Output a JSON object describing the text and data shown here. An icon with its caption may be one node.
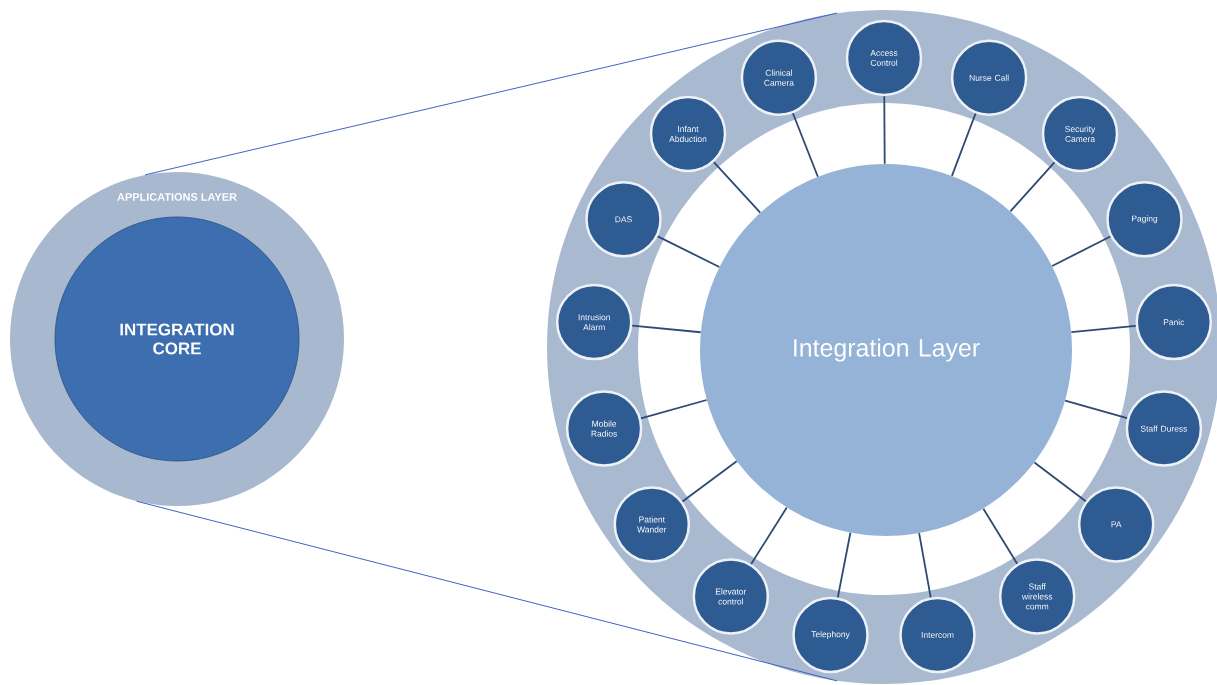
{
  "diagram": {
    "nodes": [
      {
        "text": [
          "APPLICATIONS LAYER"
        ]
      },
      {
        "text": [
          "INTEGRATION CORE"
        ],
        "in": 0
      },
      {
        "text": [],
        "shape": "circle"
      },
      {
        "text": [
          "Integration Layer"
        ],
        "in": 2
      },
      {
        "text": [
          "Access Control"
        ],
        "in": 2
      },
      {
        "text": [
          "Nurse Call"
        ],
        "in": 2
      },
      {
        "text": [
          "Security Camera"
        ],
        "in": 2
      },
      {
        "text": [
          "Paging"
        ],
        "in": 2
      },
      {
        "text": [
          "Panic"
        ],
        "in": 2
      },
      {
        "text": [
          "Staff Duress"
        ],
        "in": 2
      },
      {
        "text": [
          "PA"
        ],
        "in": 2
      },
      {
        "text": [
          "Staff wireless comm"
        ],
        "in": 2
      },
      {
        "text": [
          "Intercom"
        ],
        "in": 2
      },
      {
        "text": [
          "Telephony"
        ],
        "in": 2
      },
      {
        "text": [
          "Elevator control"
        ],
        "in": 2
      },
      {
        "text": [
          "Patient Wander"
        ],
        "in": 2
      },
      {
        "text": [
          "Mobile Radios"
        ],
        "in": 2
      },
      {
        "text": [
          "Intrusion Alarm"
        ],
        "in": 2
      },
      {
        "text": [
          "DAS"
        ],
        "in": 2
      },
      {
        "text": [
          "Infant Abduction"
        ],
        "in": 2
      },
      {
        "text": [
          "Clinical Camera"
        ],
        "in": 2
      }
    ],
    "edges": [
      {
        "from": 0,
        "to": 2,
        "arrow": "none",
        "color": "#4060c8"
      },
      {
        "from": 0,
        "to": 2,
        "arrow": "none",
        "color": "#4060c8"
      },
      {
        "from": 3,
        "to": 4,
        "arrow": "none"
      },
      {
        "from": 3,
        "to": 5,
        "arrow": "none"
      },
      {
        "from": 3,
        "to": 6,
        "arrow": "none"
      },
      {
        "from": 3,
        "to": 7,
        "arrow": "none"
      },
      {
        "from": 3,
        "to": 8,
        "arrow": "none"
      },
      {
        "from": 3,
        "to": 9,
        "arrow": "none"
      },
      {
        "from": 3,
        "to": 10,
        "arrow": "none"
      },
      {
        "from": 3,
        "to": 11,
        "arrow": "none"
      },
      {
        "from": 3,
        "to": 12,
        "arrow": "none"
      },
      {
        "from": 3,
        "to": 13,
        "arrow": "none"
      },
      {
        "from": 3,
        "to": 14,
        "arrow": "none"
      },
      {
        "from": 3,
        "to": 15,
        "arrow": "none"
      },
      {
        "from": 3,
        "to": 16,
        "arrow": "none"
      },
      {
        "from": 3,
        "to": 17,
        "arrow": "none"
      },
      {
        "from": 3,
        "to": 18,
        "arrow": "none"
      },
      {
        "from": 3,
        "to": 19,
        "arrow": "none"
      },
      {
        "from": 3,
        "to": 20,
        "arrow": "none"
      }
    ]
  }
}
